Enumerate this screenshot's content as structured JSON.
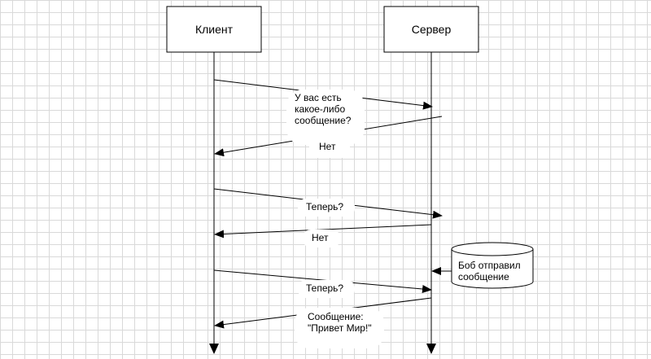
{
  "actors": {
    "client": "Клиент",
    "server": "Сервер"
  },
  "messages": [
    {
      "line1": "У вас есть",
      "line2": "какое-либо",
      "line3": "сообщение?"
    },
    {
      "line1": "Нет"
    },
    {
      "line1": "Теперь?"
    },
    {
      "line1": "Нет"
    },
    {
      "line1": "Теперь?"
    },
    {
      "line1": "Сообщение:",
      "line2": "\"Привет Мир!\""
    }
  ],
  "store": {
    "line1": "Боб отправил",
    "line2": "сообщение"
  }
}
